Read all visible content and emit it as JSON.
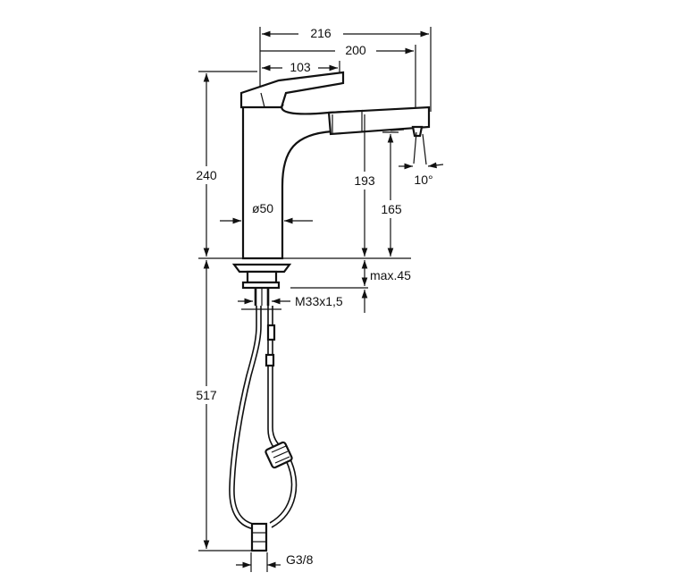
{
  "dimensions": {
    "width_216": "216",
    "width_200": "200",
    "width_103": "103",
    "height_240": "240",
    "height_193": "193",
    "height_165": "165",
    "angle_10": "10°",
    "diameter_50": "ø50",
    "max_45": "max.45",
    "thread_m33": "M33x1,5",
    "height_517": "517",
    "connection_g38": "G3/8"
  }
}
